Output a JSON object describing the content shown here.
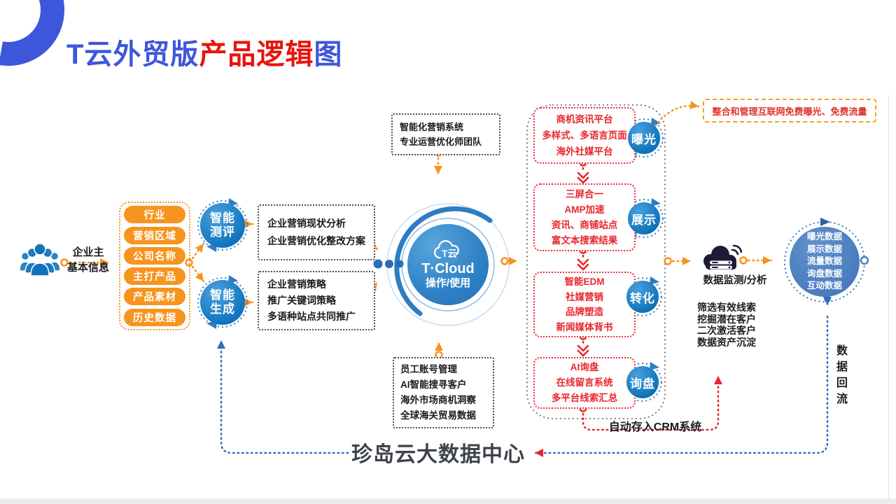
{
  "title": {
    "part_blue1": "T云外贸版",
    "part_red": "产品逻辑",
    "part_blue2": "图"
  },
  "colors": {
    "brand_blue": "#3d56db",
    "title_red": "#e8140c",
    "accent_orange": "#f7941e",
    "box_red": "#e8262c",
    "node_blue": "#1176bf",
    "data_circle_blue": "#4a7ec0",
    "link_blue": "#2e6fc0",
    "dark_icon": "#1c1c38"
  },
  "owner": {
    "line1": "企业主",
    "line2": "基本信息"
  },
  "input_panel": {
    "items": [
      "行业",
      "营销区域",
      "公司名称",
      "主打产品",
      "产品素材",
      "历史数据"
    ]
  },
  "ai_nodes": {
    "assess_line1": "智能",
    "assess_line2": "测评",
    "generate_line1": "智能",
    "generate_line2": "生成"
  },
  "boxes": {
    "analysis": {
      "lines": [
        "企业营销现状分析",
        "企业营销优化整改方案"
      ]
    },
    "strategy": {
      "lines": [
        "企业营销策略",
        "推广关键词策略",
        "多语种站点共同推广"
      ]
    },
    "system_top": {
      "lines": [
        "智能化营销系统",
        "专业运营优化师团队"
      ]
    },
    "staff_bottom": {
      "lines": [
        "员工账号管理",
        "AI智能搜寻客户",
        "海外市场商机洞察",
        "全球海关贸易数据"
      ]
    }
  },
  "cloud": {
    "logo": "T云",
    "name": "T·Cloud",
    "subtitle": "操作/使用"
  },
  "funnel": {
    "stages": [
      {
        "label": "曝光",
        "lines": [
          "商机资讯平台",
          "多样式、多语言页面",
          "海外社媒平台"
        ]
      },
      {
        "label": "展示",
        "lines": [
          "三屏合一",
          "AMP加速",
          "资讯、商铺站点",
          "富文本搜索结果"
        ]
      },
      {
        "label": "转化",
        "lines": [
          "智能EDM",
          "社媒营销",
          "品牌塑造",
          "新闻媒体背书"
        ]
      },
      {
        "label": "询盘",
        "lines": [
          "AI询盘",
          "在线留言系统",
          "多平台线索汇总"
        ]
      }
    ]
  },
  "notes": {
    "free_traffic": "整合和管理互联网免费曝光、免费流量",
    "crm": "自动存入CRM系统",
    "backflow": "数据回流",
    "datacenter": "珍岛云大数据中心"
  },
  "monitor": {
    "label": "数据监测/分析"
  },
  "data_circle": {
    "lines": [
      "曝光数据",
      "展示数据",
      "流量数据",
      "询盘数据",
      "互动数据"
    ]
  },
  "insights": {
    "lines": [
      "筛选有效线索",
      "挖掘潜在客户",
      "二次激活客户",
      "数据资产沉淀"
    ]
  }
}
